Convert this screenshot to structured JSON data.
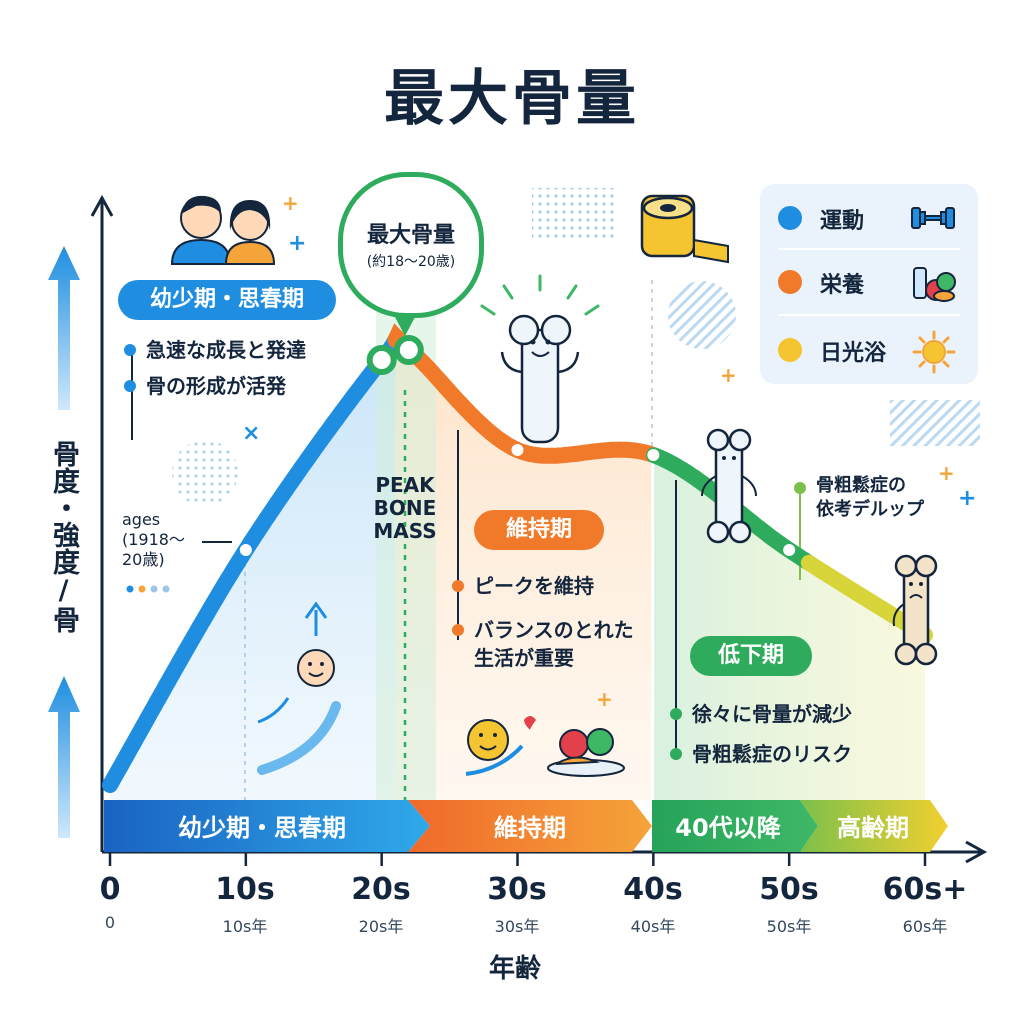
{
  "title": "最大骨量",
  "y_axis_label": "骨度・強度/骨",
  "x_axis_title": "年齢",
  "x_ticks": [
    {
      "main": "0",
      "sub": "0"
    },
    {
      "main": "10s",
      "sub": "10s年"
    },
    {
      "main": "20s",
      "sub": "20s年"
    },
    {
      "main": "30s",
      "sub": "30s年"
    },
    {
      "main": "40s",
      "sub": "40s年"
    },
    {
      "main": "50s",
      "sub": "50s年"
    },
    {
      "main": "60s+",
      "sub": "60s年"
    }
  ],
  "peak": {
    "title": "最大骨量",
    "subtitle": "(約18〜20歳)",
    "english_lines": [
      "PEAK",
      "BONE",
      "MASS"
    ]
  },
  "phases": {
    "childhood": {
      "label": "幼少期・思春期",
      "bullets": [
        "急速な成長と発達",
        "骨の形成が活発"
      ],
      "color": "#1f8ee0"
    },
    "maintenance": {
      "label": "維持期",
      "bullets": [
        "ピークを維持",
        "バランスのとれた",
        "生活が重要"
      ],
      "color": "#f07a2a"
    },
    "decline": {
      "label": "低下期",
      "bullets": [
        "徐々に骨量が減少",
        "骨粗鬆症のリスク"
      ],
      "color": "#2eab5c"
    }
  },
  "ages_note": [
    "ages",
    "(1918〜",
    "20歳)"
  ],
  "osteo_note": [
    "骨粗鬆症の",
    "依考デルップ"
  ],
  "bands": [
    {
      "label": "幼少期・思春期",
      "color_from": "#1a63c2",
      "color_to": "#2fa9ea"
    },
    {
      "label": "維持期",
      "color_from": "#f0692a",
      "color_to": "#f5a43a"
    },
    {
      "label": "40代以降",
      "color_from": "#26a35a",
      "color_to": "#3fb866"
    },
    {
      "label": "高齢期",
      "color_from": "#7cc04a",
      "color_to": "#f2cf30"
    }
  ],
  "legend": [
    {
      "label": "運動",
      "color": "#1f8ee0",
      "icon": "dumbbell-icon"
    },
    {
      "label": "栄養",
      "color": "#f07a2a",
      "icon": "food-icon"
    },
    {
      "label": "日光浴",
      "color": "#f5c431",
      "icon": "sun-icon"
    }
  ],
  "chart_data": {
    "type": "line",
    "x_label": "年齢",
    "y_label": "骨度・強度/骨",
    "x_ticks": [
      "0",
      "10s",
      "20s",
      "30s",
      "40s",
      "50s",
      "60s+"
    ],
    "x": [
      0,
      10,
      20,
      22,
      30,
      40,
      50,
      60
    ],
    "y": [
      3,
      50,
      88,
      90,
      70,
      69,
      50,
      33
    ],
    "xlim": [
      0,
      60
    ],
    "ylim": [
      0,
      100
    ],
    "peak_x": 21
  }
}
